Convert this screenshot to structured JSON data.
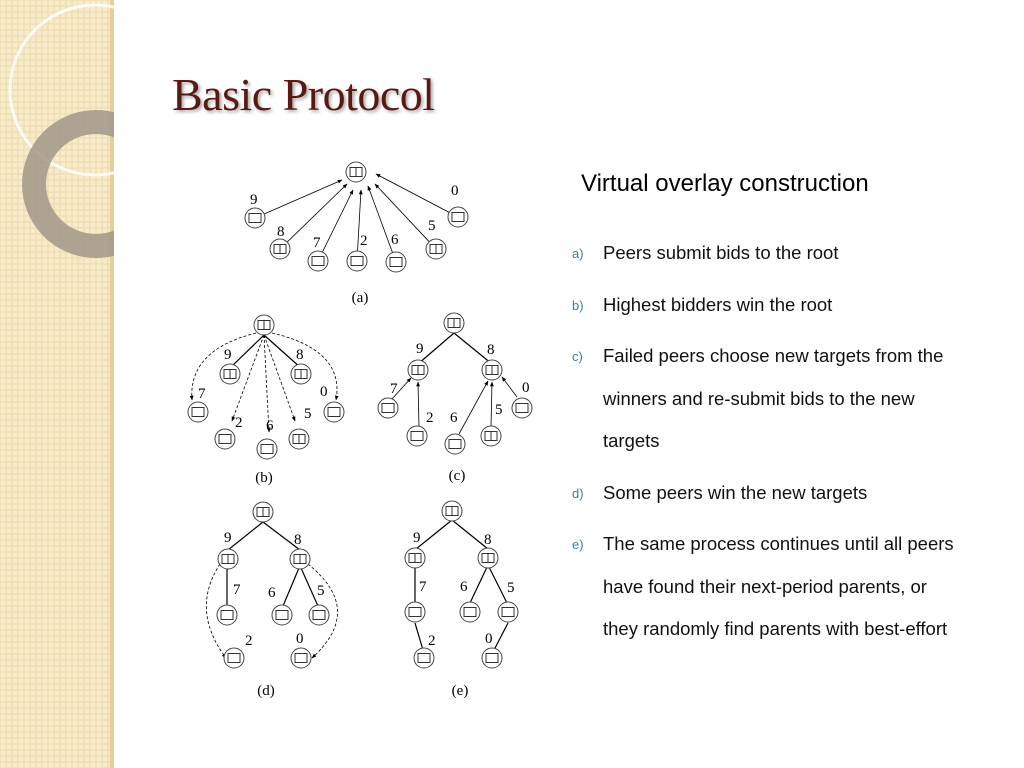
{
  "slide": {
    "title": "Basic Protocol",
    "heading": "Virtual overlay construction",
    "steps": [
      {
        "marker": "a)",
        "text": "Peers submit bids to the root"
      },
      {
        "marker": "b)",
        "text": "Highest bidders win the root"
      },
      {
        "marker": "c)",
        "text": "Failed peers choose new targets from the winners and re-submit bids to the new targets"
      },
      {
        "marker": "d)",
        "text": "Some peers win the new targets"
      },
      {
        "marker": "e)",
        "text": "The same process continues until all peers have found their next-period parents, or they randomly find parents with best-effort"
      }
    ]
  },
  "colors": {
    "title": "#5a1a12",
    "sidebar": "#ecd9a8",
    "marker": "#3b7fa0"
  },
  "diagram": {
    "panels": [
      {
        "caption": "(a)",
        "labels": [
          "9",
          "8",
          "7",
          "2",
          "6",
          "5",
          "0"
        ]
      },
      {
        "caption": "(b)",
        "labels": [
          "9",
          "8",
          "7",
          "2",
          "6",
          "5",
          "0"
        ]
      },
      {
        "caption": "(c)",
        "labels": [
          "9",
          "8",
          "7",
          "2",
          "6",
          "5",
          "0"
        ]
      },
      {
        "caption": "(d)",
        "labels": [
          "9",
          "8",
          "7",
          "6",
          "5",
          "2",
          "0"
        ]
      },
      {
        "caption": "(e)",
        "labels": [
          "9",
          "8",
          "7",
          "6",
          "5",
          "2",
          "0"
        ]
      }
    ]
  }
}
